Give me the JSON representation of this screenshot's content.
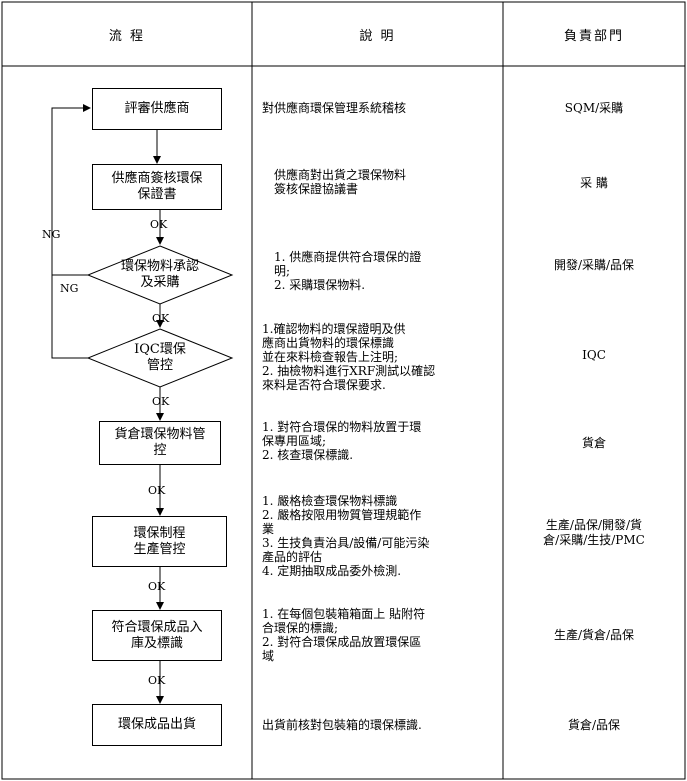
{
  "headers": {
    "flow": "流 程",
    "desc": "說 明",
    "dept": "負責部門"
  },
  "steps": [
    {
      "label": "評審供應商",
      "desc": "對供應商環保管理系統稽核",
      "dept": "SQM/采購"
    },
    {
      "label": "供應商簽核環保\n保證書",
      "desc": "供應商對出貨之環保物料\n簽核保證協議書",
      "dept": "采 購"
    },
    {
      "label": "環保物料承認\n及采購",
      "desc": "1. 供應商提供符合環保的證\n明;\n2. 采購環保物料.",
      "dept": "開發/采購/品保"
    },
    {
      "label": "IQC環保\n管控",
      "desc": "1.確認物料的環保證明及供\n  應商出貨物料的環保標識\n  並在來料檢查報告上注明;\n2. 抽檢物料進行XRF測試以確認\n  來料是否符合環保要求.",
      "dept": "IQC"
    },
    {
      "label": "貨倉環保物料管\n控",
      "desc": "1. 對符合環保的物料放置于環\n保專用區域;\n2. 核查環保標識.",
      "dept": "貨倉"
    },
    {
      "label": "環保制程\n生產管控",
      "desc": "1. 嚴格檢查環保物料標識\n2. 嚴格按限用物質管理規範作\n業\n3. 生技負責治具/設備/可能污染\n產品的評估\n4. 定期抽取成品委外檢測.",
      "dept": "生產/品保/開發/貨\n倉/采購/生技/PMC"
    },
    {
      "label": "符合環保成品入\n庫及標識",
      "desc": "1. 在每個包裝箱箱面上 貼附符\n合環保的標識;\n2. 對符合環保成品放置環保區\n域",
      "dept": "生產/貨倉/品保"
    },
    {
      "label": "環保成品出貨",
      "desc": "出貨前核對包裝箱的環保標識.",
      "dept": "貨倉/品保"
    }
  ],
  "flow_labels": {
    "ok": "OK",
    "ng": "NG"
  }
}
